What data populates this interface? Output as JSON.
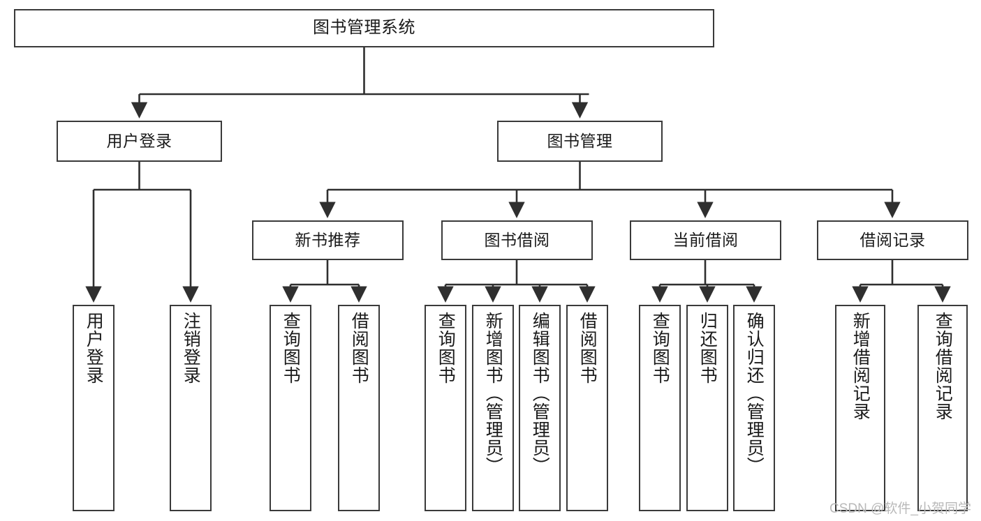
{
  "diagram": {
    "title": "图书管理系统",
    "type": "function-structure-tree",
    "orientation": "top-down",
    "edge_color": "#2f2f2f",
    "box_border_color": "#3a3a3a",
    "box_fill_color": "#ffffff",
    "text_color": "#1a1a1a"
  },
  "watermark": {
    "text": "CSDN @软件_小贺同学",
    "color": "#b9b9b9"
  },
  "nodes": {
    "root": {
      "label": "图书管理系统",
      "level": 1
    },
    "level2": [
      {
        "id": "user-login",
        "label": "用户登录"
      },
      {
        "id": "book-manage",
        "label": "图书管理"
      }
    ],
    "level3": [
      {
        "id": "new-book-recommend",
        "label": "新书推荐",
        "parent": "book-manage"
      },
      {
        "id": "book-borrow",
        "label": "图书借阅",
        "parent": "book-manage"
      },
      {
        "id": "current-borrow",
        "label": "当前借阅",
        "parent": "book-manage"
      },
      {
        "id": "borrow-record",
        "label": "借阅记录",
        "parent": "book-manage"
      }
    ],
    "leaves": [
      {
        "id": "leaf-user-login",
        "label": "用户登录",
        "parent": "user-login"
      },
      {
        "id": "leaf-logout",
        "label": "注销登录",
        "parent": "user-login"
      },
      {
        "id": "leaf-query-book-1",
        "label": "查询图书",
        "parent": "new-book-recommend"
      },
      {
        "id": "leaf-borrow-book-1",
        "label": "借阅图书",
        "parent": "new-book-recommend"
      },
      {
        "id": "leaf-query-book-2",
        "label": "查询图书",
        "parent": "book-borrow"
      },
      {
        "id": "leaf-add-book",
        "label": "新增图书（管理员）",
        "parent": "book-borrow"
      },
      {
        "id": "leaf-edit-book",
        "label": "编辑图书（管理员）",
        "parent": "book-borrow"
      },
      {
        "id": "leaf-borrow-book-2",
        "label": "借阅图书",
        "parent": "book-borrow"
      },
      {
        "id": "leaf-query-book-3",
        "label": "查询图书",
        "parent": "current-borrow"
      },
      {
        "id": "leaf-return-book",
        "label": "归还图书",
        "parent": "current-borrow"
      },
      {
        "id": "leaf-confirm-return",
        "label": "确认归还（管理员）",
        "parent": "current-borrow"
      },
      {
        "id": "leaf-add-record",
        "label": "新增借阅记录",
        "parent": "borrow-record"
      },
      {
        "id": "leaf-query-record",
        "label": "查询借阅记录",
        "parent": "borrow-record"
      }
    ]
  }
}
